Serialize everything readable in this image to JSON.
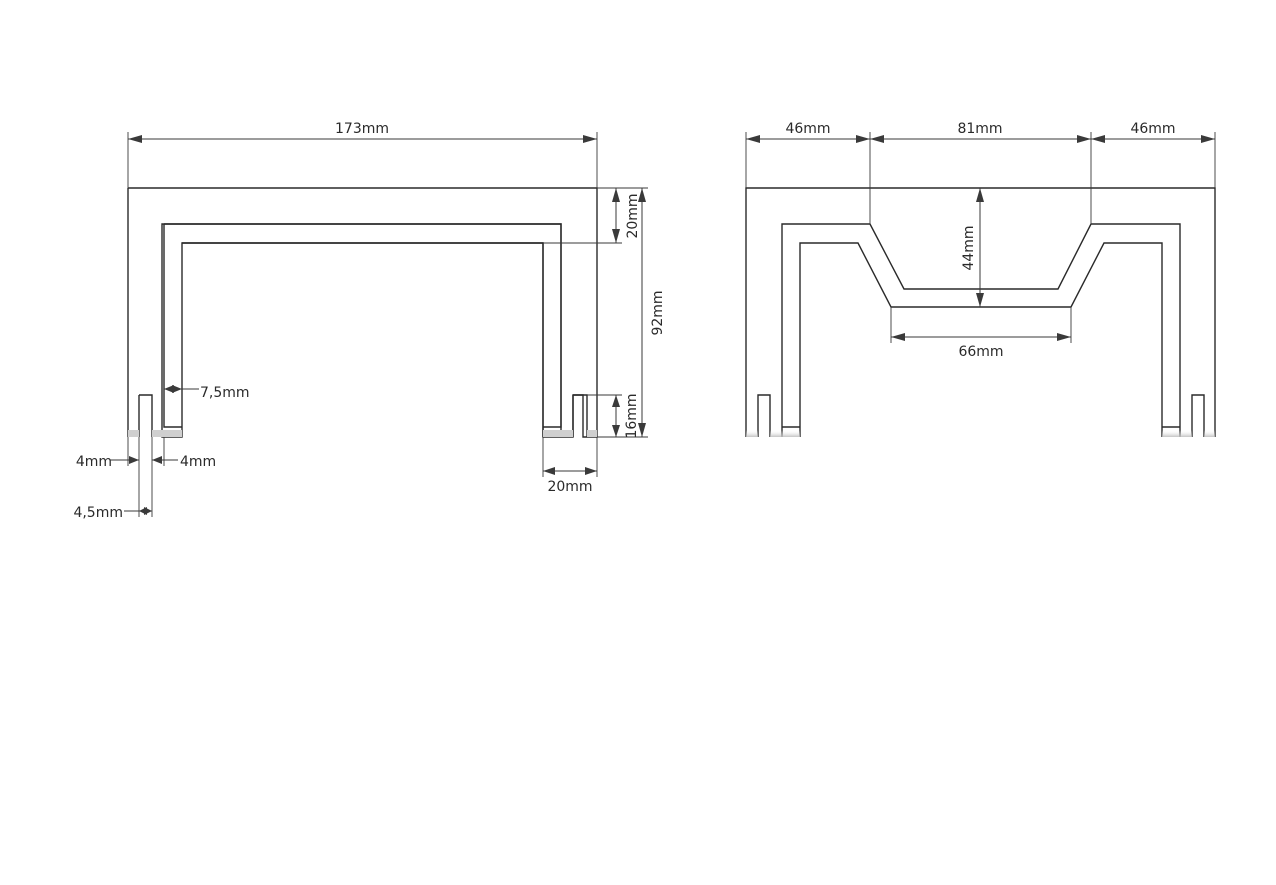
{
  "views": {
    "front": {
      "dims": {
        "overall_width": "173mm",
        "top_offset": "20mm",
        "overall_height": "92mm",
        "thickness": "7,5mm",
        "foot_gap_a": "4mm",
        "foot_gap_b": "4mm",
        "foot_width": "4,5mm",
        "slot_height": "16mm",
        "side_width": "20mm"
      }
    },
    "side": {
      "dims": {
        "left_width": "46mm",
        "center_width": "81mm",
        "right_width": "46mm",
        "depth": "44mm",
        "bottom_width": "66mm"
      }
    }
  },
  "colors": {
    "line": "#2a2a2a",
    "shade": "#cfcfcf",
    "background": "#ffffff"
  }
}
